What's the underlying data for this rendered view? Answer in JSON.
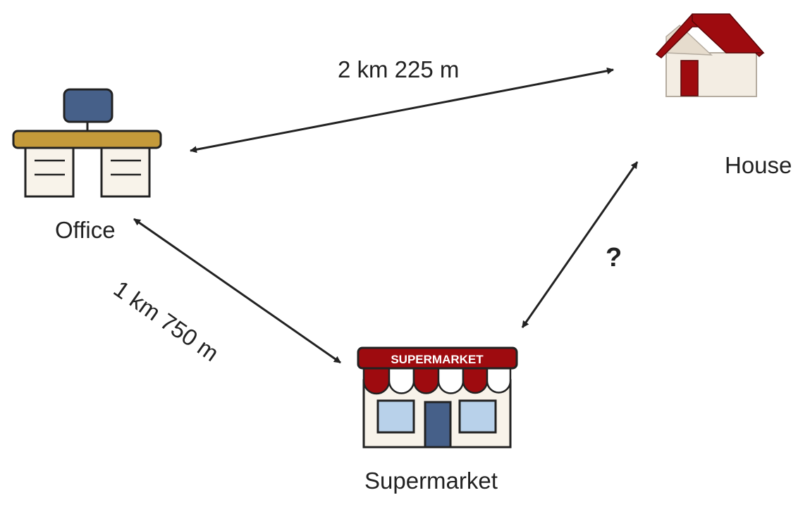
{
  "locations": {
    "office": {
      "label": "Office",
      "icon": "office-desk-icon"
    },
    "house": {
      "label": "House",
      "icon": "house-icon"
    },
    "supermarket": {
      "label": "Supermarket",
      "icon": "supermarket-icon",
      "sign_text": "SUPERMARKET"
    }
  },
  "distances": {
    "office_house": "2 km 225 m",
    "office_supermarket": "1 km 750 m",
    "supermarket_house": "?"
  },
  "colors": {
    "monitor": "#466089",
    "desk_top": "#c49a3a",
    "drawer": "#f8f3ea",
    "roof_red": "#9e0b0f",
    "wall": "#f3ede3",
    "window_blue": "#b8d1ea",
    "door_blue": "#466089",
    "stroke": "#222222"
  }
}
